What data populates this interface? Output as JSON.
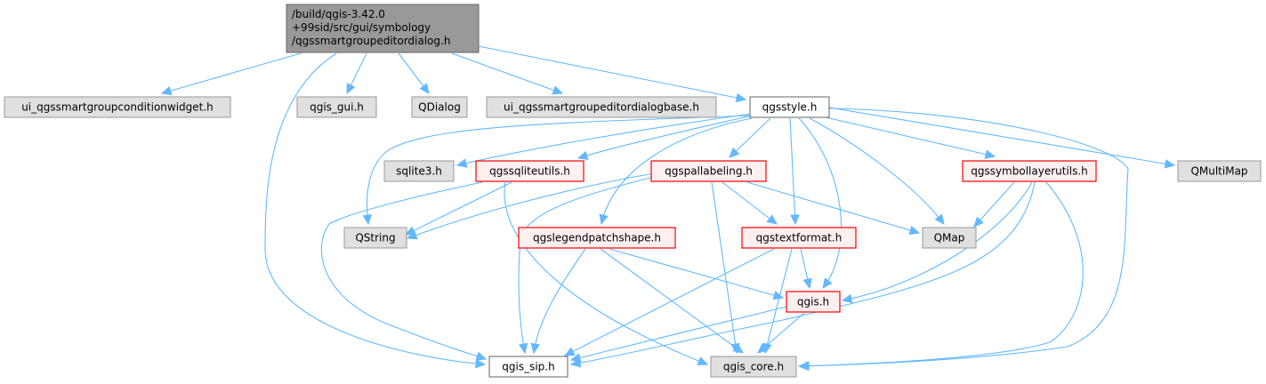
{
  "diagram": {
    "type": "include-dependency-graph",
    "colors": {
      "edge": "#63b8ff",
      "root_fill": "#999999",
      "root_stroke": "#666666",
      "external_fill": "#e0e0e0",
      "external_stroke": "#999999",
      "documented_fill": "#ffffff",
      "documented_stroke": "#666666",
      "incomplete_fill": "#fff0f0",
      "incomplete_stroke": "#ff0000"
    },
    "nodes": [
      {
        "id": "root",
        "lines": [
          "/build/qgis-3.42.0",
          "+99sid/src/gui/symbology",
          "/qgssmartgroupeditordialog.h"
        ],
        "kind": "root"
      },
      {
        "id": "ui_cond",
        "lines": [
          "ui_qgssmartgroupconditionwidget.h"
        ],
        "kind": "external"
      },
      {
        "id": "qgis_gui",
        "lines": [
          "qgis_gui.h"
        ],
        "kind": "external"
      },
      {
        "id": "qdialog",
        "lines": [
          "QDialog"
        ],
        "kind": "external"
      },
      {
        "id": "ui_base",
        "lines": [
          "ui_qgssmartgroupeditordialogbase.h"
        ],
        "kind": "external"
      },
      {
        "id": "qgsstyle",
        "lines": [
          "qgsstyle.h"
        ],
        "kind": "documented"
      },
      {
        "id": "sqlite3",
        "lines": [
          "sqlite3.h"
        ],
        "kind": "external"
      },
      {
        "id": "qgssqliteutils",
        "lines": [
          "qgssqliteutils.h"
        ],
        "kind": "incomplete"
      },
      {
        "id": "qgspallabeling",
        "lines": [
          "qgspallabeling.h"
        ],
        "kind": "incomplete"
      },
      {
        "id": "qgssymbollayerutils",
        "lines": [
          "qgssymbollayerutils.h"
        ],
        "kind": "incomplete"
      },
      {
        "id": "qmultimap",
        "lines": [
          "QMultiMap"
        ],
        "kind": "external"
      },
      {
        "id": "qstring",
        "lines": [
          "QString"
        ],
        "kind": "external"
      },
      {
        "id": "qgslegendpatchshape",
        "lines": [
          "qgslegendpatchshape.h"
        ],
        "kind": "incomplete"
      },
      {
        "id": "qgstextformat",
        "lines": [
          "qgstextformat.h"
        ],
        "kind": "incomplete"
      },
      {
        "id": "qmap",
        "lines": [
          "QMap"
        ],
        "kind": "external"
      },
      {
        "id": "qgis",
        "lines": [
          "qgis.h"
        ],
        "kind": "incomplete"
      },
      {
        "id": "qgis_sip",
        "lines": [
          "qgis_sip.h"
        ],
        "kind": "documented"
      },
      {
        "id": "qgis_core",
        "lines": [
          "qgis_core.h"
        ],
        "kind": "external"
      }
    ],
    "edges": [
      [
        "root",
        "ui_cond"
      ],
      [
        "root",
        "qgis_gui"
      ],
      [
        "root",
        "qdialog"
      ],
      [
        "root",
        "ui_base"
      ],
      [
        "root",
        "qgsstyle"
      ],
      [
        "root",
        "qgis_sip"
      ],
      [
        "qgsstyle",
        "sqlite3"
      ],
      [
        "qgsstyle",
        "qgssqliteutils"
      ],
      [
        "qgsstyle",
        "qgspallabeling"
      ],
      [
        "qgsstyle",
        "qgssymbollayerutils"
      ],
      [
        "qgsstyle",
        "qmultimap"
      ],
      [
        "qgsstyle",
        "qstring"
      ],
      [
        "qgsstyle",
        "qgslegendpatchshape"
      ],
      [
        "qgsstyle",
        "qgstextformat"
      ],
      [
        "qgsstyle",
        "qmap"
      ],
      [
        "qgsstyle",
        "qgis"
      ],
      [
        "qgsstyle",
        "qgis_core"
      ],
      [
        "qgssqliteutils",
        "qstring"
      ],
      [
        "qgssqliteutils",
        "qgis_sip"
      ],
      [
        "qgssqliteutils",
        "qgis_core"
      ],
      [
        "qgspallabeling",
        "qstring"
      ],
      [
        "qgspallabeling",
        "qgstextformat"
      ],
      [
        "qgspallabeling",
        "qmap"
      ],
      [
        "qgspallabeling",
        "qgis_sip"
      ],
      [
        "qgspallabeling",
        "qgis_core"
      ],
      [
        "qgssymbollayerutils",
        "qmap"
      ],
      [
        "qgssymbollayerutils",
        "qgis"
      ],
      [
        "qgssymbollayerutils",
        "qgis_sip"
      ],
      [
        "qgssymbollayerutils",
        "qgis_core"
      ],
      [
        "qgslegendpatchshape",
        "qgis"
      ],
      [
        "qgslegendpatchshape",
        "qgis_sip"
      ],
      [
        "qgslegendpatchshape",
        "qgis_core"
      ],
      [
        "qgstextformat",
        "qgis"
      ],
      [
        "qgstextformat",
        "qgis_sip"
      ],
      [
        "qgstextformat",
        "qgis_core"
      ],
      [
        "qgis",
        "qgis_sip"
      ],
      [
        "qgis",
        "qgis_core"
      ]
    ]
  }
}
